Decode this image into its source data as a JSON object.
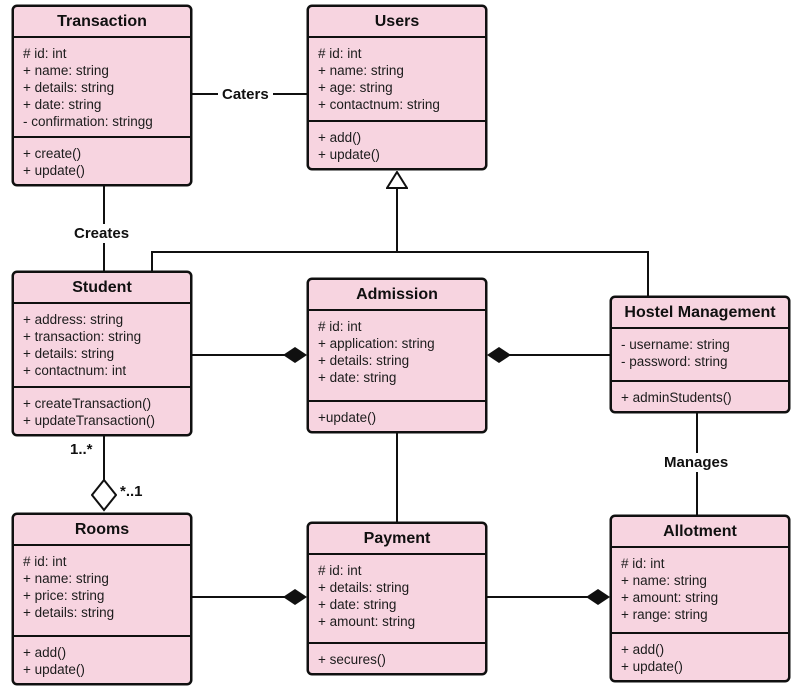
{
  "diagram": {
    "type": "uml-class-diagram",
    "background_color": "#ffffff",
    "class_fill_color": "#f7d4e0",
    "line_color": "#101010"
  },
  "classes": [
    {
      "title": "Transaction",
      "attributes": [
        "# id: int",
        "+ name: string",
        "+ details: string",
        "+ date: string",
        "- confirmation: stringg"
      ],
      "methods": [
        "+ create()",
        "+ update()"
      ]
    },
    {
      "title": "Users",
      "attributes": [
        "# id: int",
        "+ name: string",
        "+ age: string",
        "+ contactnum: string"
      ],
      "methods": [
        "+ add()",
        "+ update()"
      ]
    },
    {
      "title": "Student",
      "attributes": [
        "+ address: string",
        "+ transaction: string",
        "+ details: string",
        "+ contactnum: int"
      ],
      "methods": [
        "+ createTransaction()",
        "+ updateTransaction()"
      ]
    },
    {
      "title": "Admission",
      "attributes": [
        "# id: int",
        "+ application: string",
        "+ details: string",
        "+ date: string"
      ],
      "methods": [
        "+update()"
      ]
    },
    {
      "title": "Hostel Management",
      "attributes": [
        "- username: string",
        "- password: string"
      ],
      "methods": [
        "+ adminStudents()"
      ]
    },
    {
      "title": "Rooms",
      "attributes": [
        "# id: int",
        "+ name: string",
        "+ price: string",
        "+ details: string"
      ],
      "methods": [
        "+ add()",
        "+ update()"
      ]
    },
    {
      "title": "Payment",
      "attributes": [
        "# id: int",
        "+ details: string",
        "+ date: string",
        "+ amount: string"
      ],
      "methods": [
        "+ secures()"
      ]
    },
    {
      "title": "Allotment",
      "attributes": [
        "# id: int",
        "+ name: string",
        "+ amount: string",
        "+ range: string"
      ],
      "methods": [
        "+ add()",
        "+ update()"
      ]
    }
  ],
  "labels": {
    "caters": "Caters",
    "creates": "Creates",
    "manages": "Manages",
    "mult_upper": "1..*",
    "mult_lower": "*..1"
  }
}
